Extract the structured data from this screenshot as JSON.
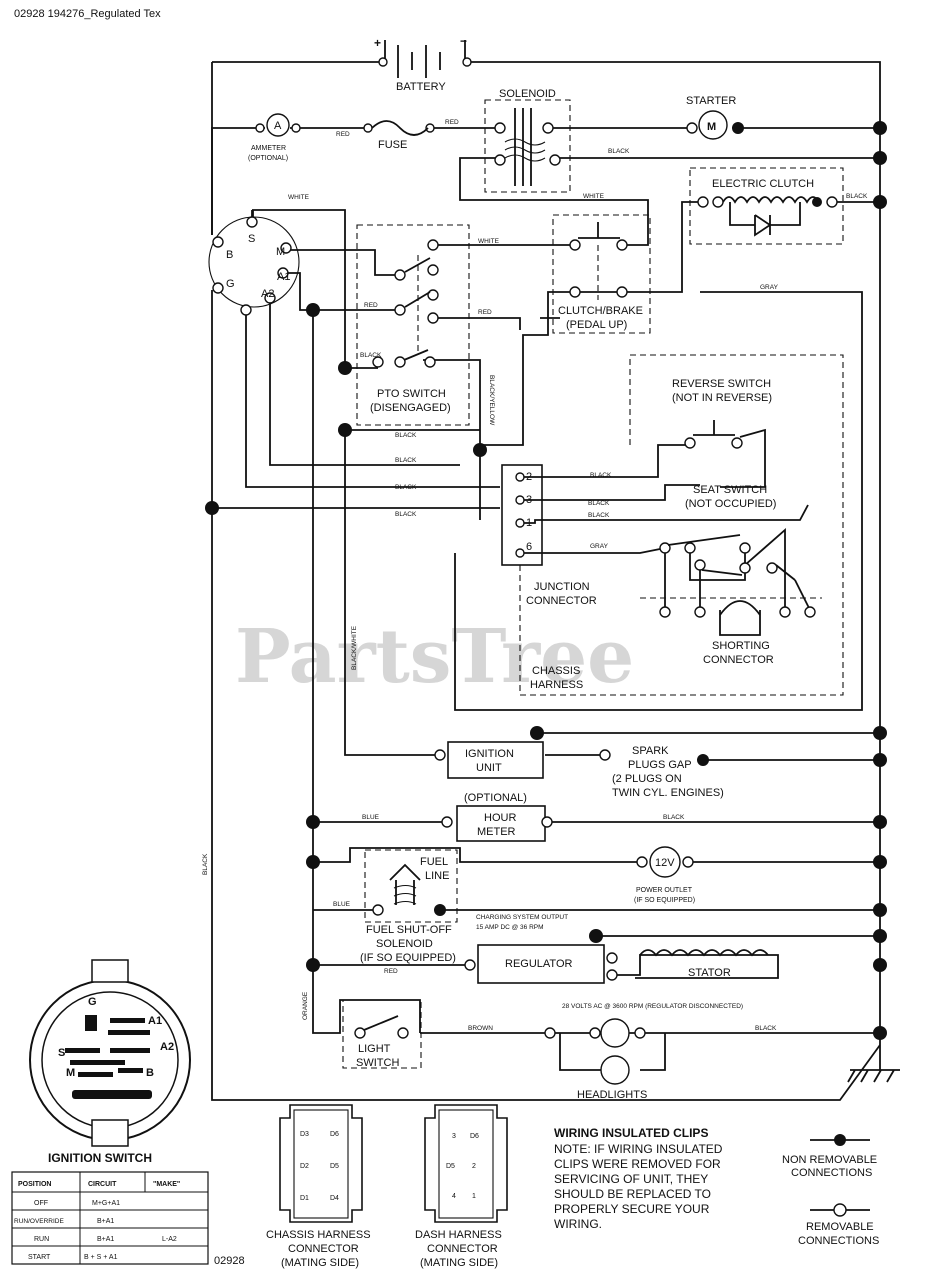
{
  "header": {
    "title": "02928 194276_Regulated Tex"
  },
  "watermark": "PartsTree",
  "components": {
    "battery": "BATTERY",
    "solenoid": "SOLENOID",
    "starter": "STARTER",
    "ammeter": [
      "AMMETER",
      "(OPTIONAL)"
    ],
    "fuse": "FUSE",
    "electric_clutch": "ELECTRIC CLUTCH",
    "clutch_brake": [
      "CLUTCH/BRAKE",
      "(PEDAL UP)"
    ],
    "pto_switch": [
      "PTO SWITCH",
      "(DISENGAGED)"
    ],
    "reverse_switch": [
      "REVERSE SWITCH",
      "(NOT IN REVERSE)"
    ],
    "seat_switch": [
      "SEAT SWITCH",
      "(NOT OCCUPIED)"
    ],
    "junction_connector": [
      "JUNCTION",
      "CONNECTOR"
    ],
    "shorting_connector": [
      "SHORTING",
      "CONNECTOR"
    ],
    "chassis_harness": [
      "CHASSIS",
      "HARNESS"
    ],
    "ignition_unit": [
      "IGNITION",
      "UNIT"
    ],
    "spark_plugs": [
      "SPARK",
      "PLUGS GAP",
      "(2 PLUGS ON",
      "TWIN CYL. ENGINES)"
    ],
    "hour_meter_optional": "(OPTIONAL)",
    "hour_meter": [
      "HOUR",
      "METER"
    ],
    "fuel_line": [
      "FUEL",
      "LINE"
    ],
    "power_outlet_value": "12V",
    "power_outlet": [
      "POWER OUTLET",
      "(IF SO EQUIPPED)"
    ],
    "fuel_shutoff": [
      "FUEL SHUT-OFF",
      "SOLENOID",
      "(IF SO EQUIPPED)"
    ],
    "charging_output": [
      "CHARGING SYSTEM OUTPUT",
      "15 AMP DC @ 36 RPM"
    ],
    "regulator": "REGULATOR",
    "stator": "STATOR",
    "stator_volts": "28 VOLTS AC @ 3600 RPM (REGULATOR DISCONNECTED)",
    "light_switch": [
      "LIGHT",
      "SWITCH"
    ],
    "headlights": "HEADLIGHTS",
    "ignition_terminals": {
      "S": "S",
      "M": "M",
      "B": "B",
      "G": "G",
      "A1": "A1",
      "A2": "A2"
    }
  },
  "junction_pins": [
    "2",
    "3",
    "1",
    "6"
  ],
  "wire_colors": {
    "red": "RED",
    "white": "WHITE",
    "black": "BLACK",
    "gray": "GRAY",
    "blue": "BLUE",
    "brown": "BROWN",
    "orange": "ORANGE",
    "black_white": "BLACK/WHITE",
    "black_yellow": "BLACK/YELLOW"
  },
  "ignition_switch": {
    "title": "IGNITION SWITCH",
    "face_letters": [
      "G",
      "A1",
      "S",
      "A2",
      "M",
      "B"
    ],
    "table": {
      "headers": [
        "POSITION",
        "CIRCUIT",
        "\"MAKE\""
      ],
      "rows": [
        [
          "OFF",
          "M+G+A1",
          ""
        ],
        [
          "RUN/OVERRIDE",
          "B+A1",
          ""
        ],
        [
          "RUN",
          "B+A1",
          "L-A2"
        ],
        [
          "START",
          "B + S + A1",
          ""
        ]
      ]
    }
  },
  "connectors": {
    "chassis_title": [
      "CHASSIS HARNESS",
      "CONNECTOR",
      "(MATING SIDE)"
    ],
    "chassis_pins": [
      "D3",
      "D6",
      "D2",
      "D5",
      "D1",
      "D4"
    ],
    "dash_title": [
      "DASH HARNESS",
      "CONNECTOR",
      "(MATING SIDE)"
    ],
    "dash_pins": [
      "3",
      "D6",
      "D5",
      "2",
      "4",
      "1"
    ]
  },
  "notes": {
    "title": "WIRING INSULATED CLIPS",
    "lines": [
      "NOTE: IF WIRING INSULATED",
      "CLIPS WERE REMOVED FOR",
      "SERVICING OF UNIT, THEY",
      "SHOULD BE REPLACED TO",
      "PROPERLY SECURE YOUR",
      "WIRING."
    ]
  },
  "legend": {
    "non_removable": [
      "NON REMOVABLE",
      "CONNECTIONS"
    ],
    "removable": [
      "REMOVABLE",
      "CONNECTIONS"
    ]
  },
  "footer_code": "02928"
}
